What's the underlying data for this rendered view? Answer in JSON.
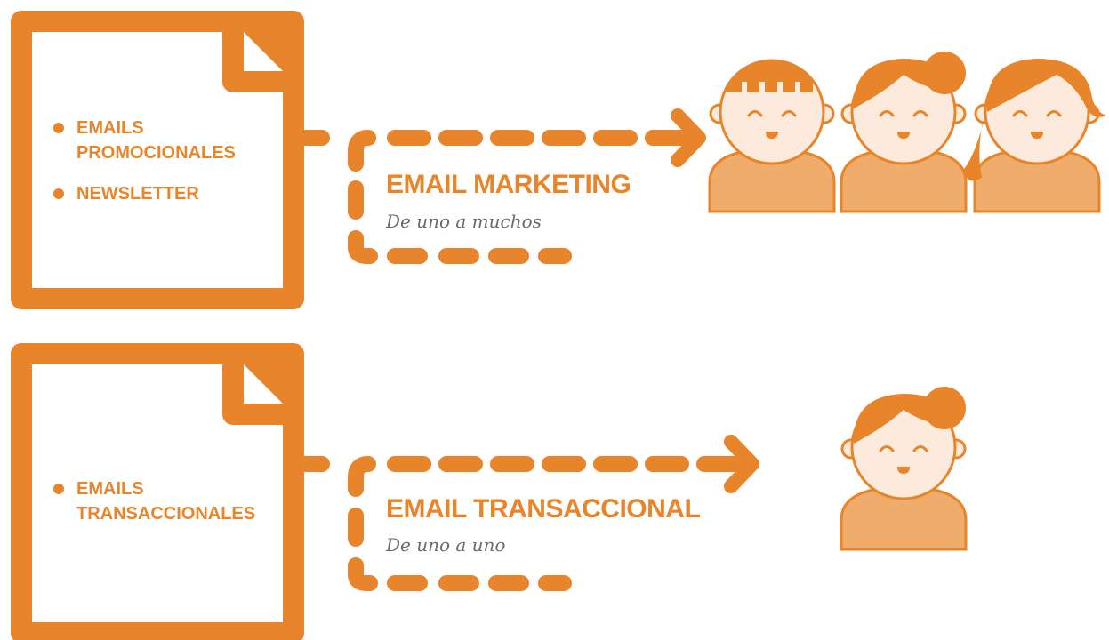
{
  "colors": {
    "accent": "#e8842a",
    "skin": "#fcebdc",
    "shirt": "#f0ac6b",
    "subtitle": "#6b6b6b"
  },
  "rows": [
    {
      "document_items": [
        "EMAILS PROMOCIONALES",
        "NEWSLETTER"
      ],
      "document_lines": [
        [
          "EMAILS",
          "PROMOCIONALES"
        ],
        [
          "NEWSLETTER"
        ]
      ],
      "title": "EMAIL MARKETING",
      "subtitle": "De uno a muchos",
      "recipients": 3
    },
    {
      "document_items": [
        "EMAILS TRANSACCIONALES"
      ],
      "document_lines": [
        [
          "EMAILS",
          "TRANSACCIONALES"
        ]
      ],
      "title": "EMAIL TRANSACCIONAL",
      "subtitle": "De uno a uno",
      "recipients": 1
    }
  ]
}
